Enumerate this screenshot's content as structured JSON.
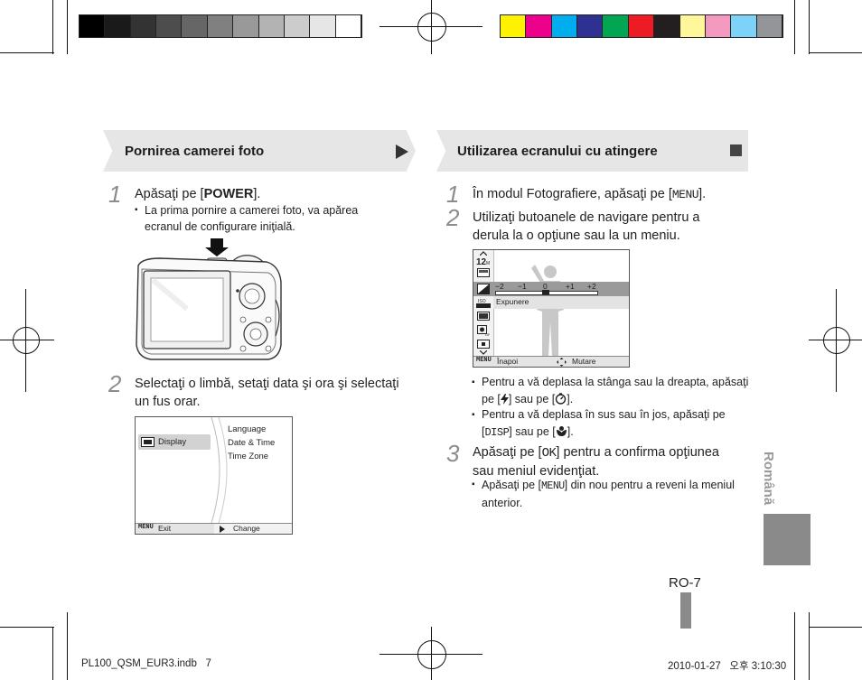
{
  "colors": {
    "header_bg": "#e6e6e6",
    "side_tab": "#8a8a8a",
    "grays": [
      "#000000",
      "#1a1a1a",
      "#333333",
      "#4d4d4d",
      "#666666",
      "#808080",
      "#999999",
      "#b3b3b3",
      "#cccccc",
      "#e6e6e6",
      "#ffffff"
    ],
    "process": [
      "#fff200",
      "#ec008c",
      "#00aeef",
      "#2e3192",
      "#00a651",
      "#ed1c24",
      "#231f20",
      "#fff799",
      "#f49ac1",
      "#7dd3f7",
      "#939598"
    ]
  },
  "left": {
    "header_title": "Pornirea camerei foto",
    "header_icon": "play-triangle-icon",
    "step1": {
      "num": "1",
      "pre": "Apăsaţi pe [",
      "bold": "POWER",
      "post": "].",
      "bullet": "La prima pornire a camerei foto, va apărea ecranul de configurare iniţială."
    },
    "step2": {
      "num": "2",
      "text": "Selectaţi o limbă, setaţi data şi ora şi selectaţi un fus orar."
    },
    "screen": {
      "selected": "Display",
      "options": [
        "Language",
        "Date & Time",
        "Time Zone"
      ],
      "footer_menu": "MENU",
      "footer_exit": "Exit",
      "footer_change": "Change"
    }
  },
  "right": {
    "header_title": "Utilizarea ecranului cu atingere",
    "header_icon": "stop-square-icon",
    "step1": {
      "num": "1",
      "pre": "În modul Fotografiere, apăsaţi pe [",
      "key": "MENU",
      "post": "]."
    },
    "step2": {
      "num": "2",
      "text": "Utilizaţi butoanele de navigare pentru a derula la o opţiune sau la un meniu."
    },
    "screen": {
      "scale": [
        "−2",
        "−1",
        "0",
        "+1",
        "+2"
      ],
      "label": "Expunere",
      "footer_menu": "MENU",
      "footer_back": "Înapoi",
      "footer_move": "Mutare",
      "icons": [
        "12m-resolution-icon",
        "quality-icon",
        "exposure-icon",
        "iso-icon",
        "white-balance-icon",
        "face-detection-icon",
        "focus-area-icon"
      ]
    },
    "bullets": {
      "b1_pre": "Pentru a vă deplasa la stânga sau la dreapta, apăsaţi pe [",
      "b1_mid": "] sau pe [",
      "b1_post": "].",
      "b2_pre": "Pentru a vă deplasa în sus sau în jos, apăsaţi pe [",
      "b2_key": "DISP",
      "b2_mid": "] sau pe [",
      "b2_post": "]."
    },
    "step3": {
      "num": "3",
      "pre": "Apăsaţi pe [",
      "key": "OK",
      "post": "] pentru a confirma opţiunea sau meniul evidenţiat.",
      "bullet_pre": "Apăsaţi pe [",
      "bullet_key": "MENU",
      "bullet_post": "] din nou pentru a reveni la meniul anterior."
    }
  },
  "side_label": "Română",
  "page_number": "RO-7",
  "footer_left": "PL100_QSM_EUR3.indb   7",
  "footer_right": "2010-01-27   오후 3:10:30"
}
